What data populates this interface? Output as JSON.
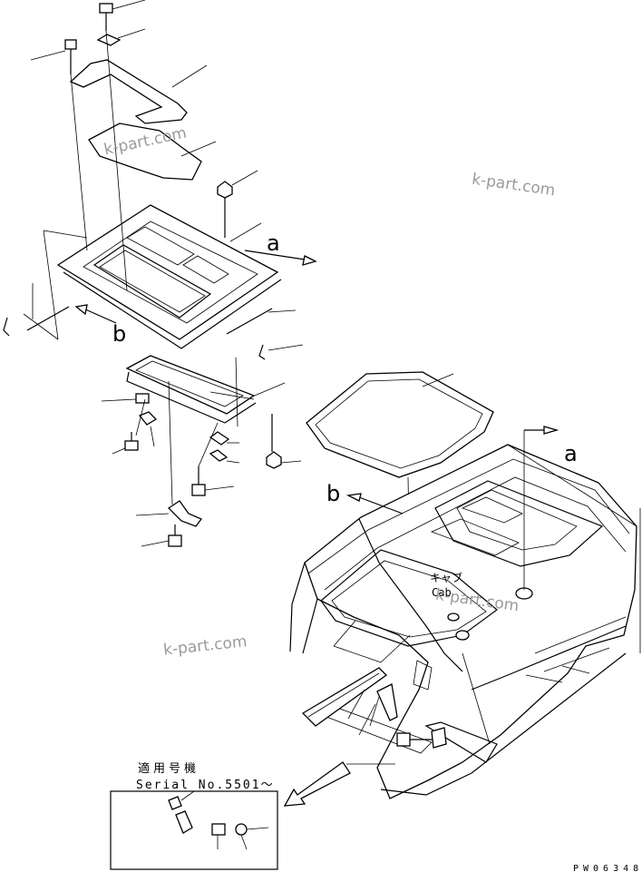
{
  "labels": {
    "view_a": "a",
    "view_b": "b",
    "cab_jp": "キャブ",
    "cab_en": "Cab",
    "applicable_model": "適用号機",
    "serial": "Serial No.5501～",
    "drawing_code": "PW06348"
  },
  "watermark": "k-part.com",
  "colors": {
    "line": "#000000",
    "watermark": "#9a9a9a",
    "background": "#ffffff"
  }
}
